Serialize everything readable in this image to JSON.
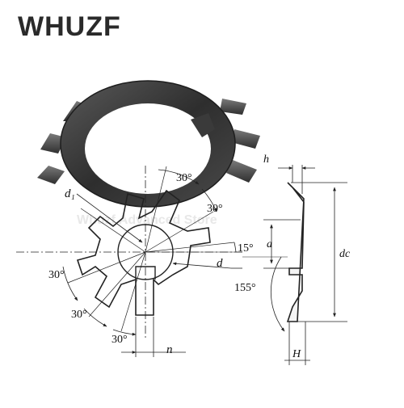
{
  "brand": {
    "logo_text": "WHUZF"
  },
  "watermark": "Whuzf Advanced Store",
  "front_view": {
    "angles": [
      "30°",
      "30°",
      "15°",
      "30°",
      "30°",
      "30°"
    ],
    "dims": {
      "d1": "d₁",
      "d": "d",
      "n": "n"
    }
  },
  "side_view": {
    "dims": {
      "h": "h",
      "a": "a",
      "dc": "dc",
      "H": "H",
      "angle": "155°"
    }
  },
  "colors": {
    "washer": "#3a3a3a",
    "washer_light": "#6b6b6b",
    "line": "#222222",
    "brand": "#2a2a2a"
  }
}
